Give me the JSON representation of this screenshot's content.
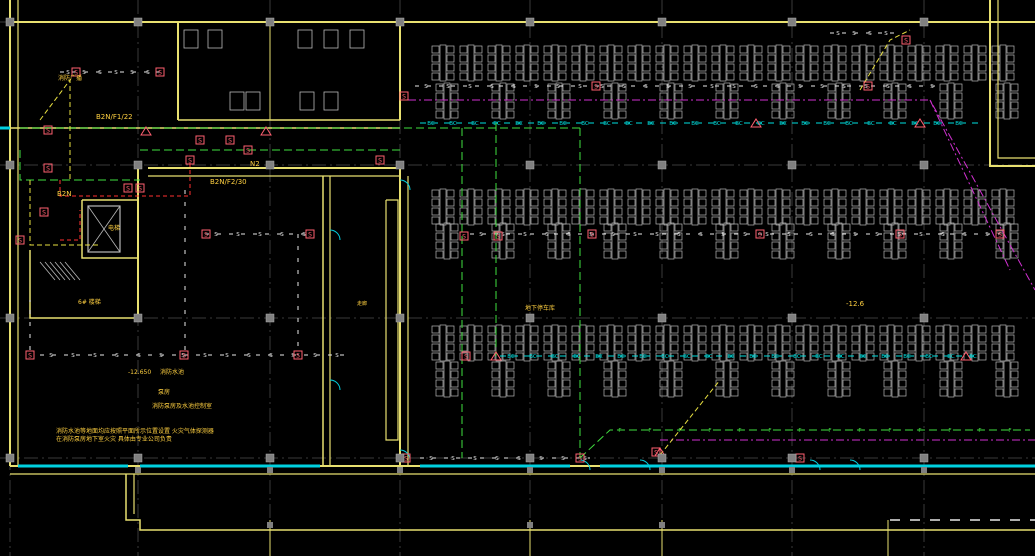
{
  "colors": {
    "background": "#000000",
    "wall": "#e8e070",
    "grid": "#3a3a3a",
    "column": "#808080",
    "fixture": "#b8b8b8",
    "circuit_s": "#e8e8e8",
    "circuit_bc": "#00e0e0",
    "circuit_green": "#40e040",
    "circuit_magenta": "#d030d0",
    "circuit_yellow": "#e8e040",
    "circuit_red": "#ff3030",
    "detector": "#ff6070",
    "window": "#00d0e0",
    "label_text": "#ffd040"
  },
  "labels": {
    "top_left_device": "消防广播",
    "circuit_a": "B2N/F1/22",
    "circuit_b": "B2N/F2/30",
    "circuit_c": "B2N",
    "circuit_d": "N2",
    "elevator": "电梯",
    "stair": "6# 楼梯",
    "corridor": "走廊",
    "center_room": "地下停车库",
    "elevation_right": "-12.6",
    "elevation_left": "-12.650",
    "elevation_left_suffix": "消防水池",
    "label_rec": "泵房",
    "label_pump": "消防泵房及水池控制室",
    "note_line1": "消防水池等地面均应按照平面所示位置设置 火灾气体探测器",
    "note_line2": "在消防泵房地下室火灾 具体由专业公司负责"
  },
  "marks": {
    "s": "S",
    "bc": "BC",
    "f": "F"
  }
}
